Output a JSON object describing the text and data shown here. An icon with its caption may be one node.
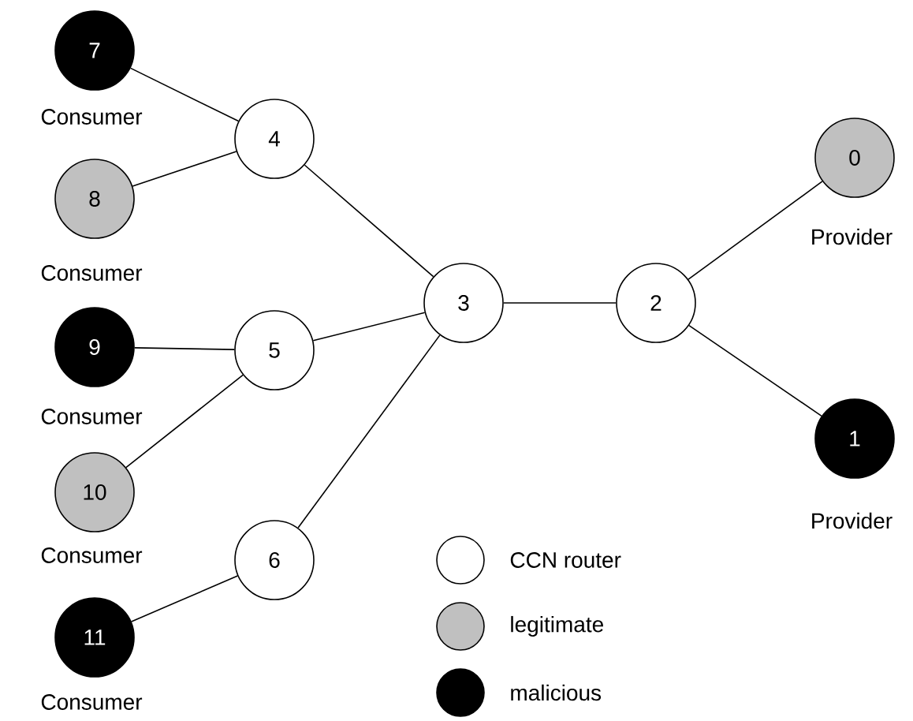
{
  "diagram": {
    "nodes": [
      {
        "text": [
          "0"
        ],
        "beside": [
          "Provider"
        ]
      },
      {
        "text": [
          "1"
        ],
        "beside": [
          "Provider"
        ]
      },
      {
        "text": [
          "2"
        ]
      },
      {
        "text": [
          "3"
        ]
      },
      {
        "text": [
          "4"
        ]
      },
      {
        "text": [
          "5"
        ]
      },
      {
        "text": [
          "6"
        ]
      },
      {
        "text": [
          "7"
        ],
        "beside": [
          "Consumer"
        ]
      },
      {
        "text": [
          "8"
        ],
        "beside": [
          "Consumer"
        ]
      },
      {
        "text": [
          "9"
        ],
        "beside": [
          "Consumer"
        ]
      },
      {
        "text": [
          "10"
        ],
        "beside": [
          "Consumer"
        ]
      },
      {
        "text": [
          "11"
        ],
        "beside": [
          "Consumer"
        ]
      }
    ],
    "edges": [
      {
        "from": 7,
        "to": 4,
        "arrow": "none"
      },
      {
        "from": 8,
        "to": 4,
        "arrow": "none"
      },
      {
        "from": 9,
        "to": 5,
        "arrow": "none"
      },
      {
        "from": 10,
        "to": 5,
        "arrow": "none"
      },
      {
        "from": 11,
        "to": 6,
        "arrow": "none"
      },
      {
        "from": 4,
        "to": 3,
        "arrow": "none"
      },
      {
        "from": 5,
        "to": 3,
        "arrow": "none"
      },
      {
        "from": 6,
        "to": 3,
        "arrow": "none"
      },
      {
        "from": 3,
        "to": 2,
        "arrow": "none"
      },
      {
        "from": 2,
        "to": 0,
        "arrow": "none"
      },
      {
        "from": 2,
        "to": 1,
        "arrow": "none"
      }
    ],
    "legend": [
      {
        "text": "CCN router"
      },
      {
        "text": "legitimate",
        "color": "#c0c0c0"
      },
      {
        "text": "malicious",
        "color": "#000000"
      }
    ]
  }
}
